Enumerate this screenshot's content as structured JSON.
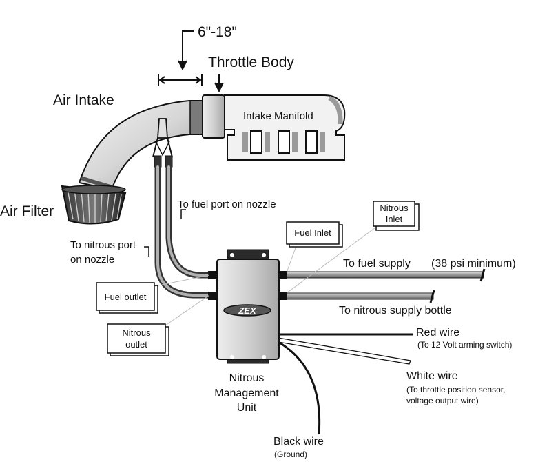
{
  "labels": {
    "gap": "6\"-18\"",
    "throttle_body": "Throttle Body",
    "air_intake": "Air Intake",
    "intake_manifold": "Intake Manifold",
    "air_filter": "Air Filter",
    "to_fuel_port": "To fuel port on nozzle",
    "to_nitrous_port_line1": "To nitrous port",
    "to_nitrous_port_line2": "on nozzle",
    "nitrous_inlet_line1": "Nitrous",
    "nitrous_inlet_line2": "Inlet",
    "fuel_inlet": "Fuel Inlet",
    "fuel_outlet": "Fuel outlet",
    "nitrous_outlet_line1": "Nitrous",
    "nitrous_outlet_line2": "outlet",
    "to_fuel_supply": "To fuel supply",
    "psi_min": "(38 psi minimum)",
    "to_nitrous_bottle": "To nitrous supply bottle",
    "red_wire": "Red wire",
    "red_wire_note": "(To 12 Volt arming switch)",
    "white_wire": "White wire",
    "white_wire_note1": "(To throttle position sensor,",
    "white_wire_note2": "voltage output wire)",
    "black_wire": "Black wire",
    "black_wire_note": "(Ground)",
    "unit_line1": "Nitrous",
    "unit_line2": "Management",
    "unit_line3": "Unit",
    "logo": "ZEX"
  }
}
